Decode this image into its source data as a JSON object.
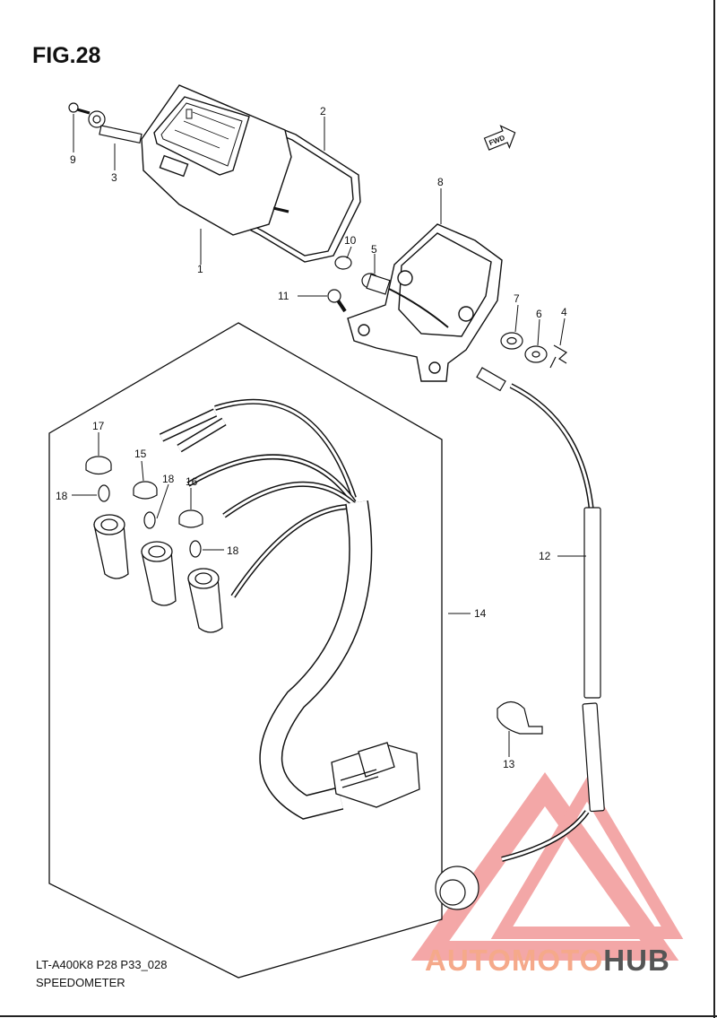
{
  "figure": {
    "title": "FIG.28",
    "model_code": "LT-A400K8 P28 P33_028",
    "section_name": "SPEEDOMETER"
  },
  "direction_badge": {
    "text": "FWD",
    "icon": "forward-arrow-icon"
  },
  "callouts": [
    {
      "id": "c1",
      "number": "1"
    },
    {
      "id": "c2",
      "number": "2"
    },
    {
      "id": "c3",
      "number": "3"
    },
    {
      "id": "c4",
      "number": "4"
    },
    {
      "id": "c5",
      "number": "5"
    },
    {
      "id": "c6",
      "number": "6"
    },
    {
      "id": "c7",
      "number": "7"
    },
    {
      "id": "c8",
      "number": "8"
    },
    {
      "id": "c9",
      "number": "9"
    },
    {
      "id": "c10",
      "number": "10"
    },
    {
      "id": "c11",
      "number": "11"
    },
    {
      "id": "c12",
      "number": "12"
    },
    {
      "id": "c13",
      "number": "13"
    },
    {
      "id": "c14",
      "number": "14"
    },
    {
      "id": "c15",
      "number": "15"
    },
    {
      "id": "c16",
      "number": "16"
    },
    {
      "id": "c17",
      "number": "17"
    },
    {
      "id": "c18a",
      "number": "18"
    },
    {
      "id": "c18b",
      "number": "18"
    },
    {
      "id": "c18c",
      "number": "18"
    }
  ],
  "watermark": {
    "part1": "AUTOMOTO",
    "part2": "HUB",
    "color_primary": "#f08a8a",
    "color_secondary": "#f5c08a",
    "color_dark": "#555555",
    "icon": "triangle-logo-icon"
  }
}
